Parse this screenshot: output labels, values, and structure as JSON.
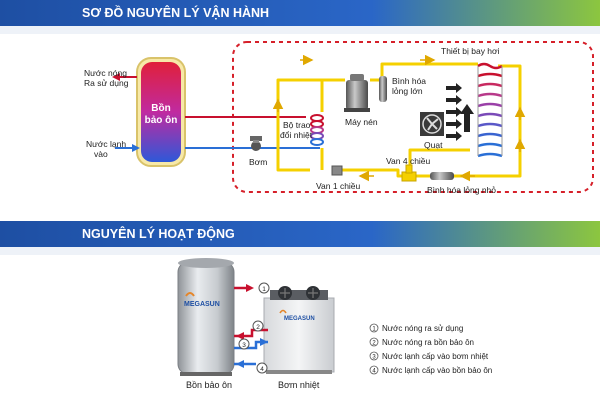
{
  "section_titles": {
    "operating_diagram": "SƠ ĐỒ NGUYÊN LÝ VẬN HÀNH",
    "operating_principle": "NGUYÊN LÝ HOẠT ĐỘNG"
  },
  "top_diagram": {
    "hot_water_out": [
      "Nước nóng",
      "Ra sử dụng"
    ],
    "cold_water_in": [
      "Nước lạnh",
      "vào"
    ],
    "storage_tank": [
      "Bồn",
      "bảo ôn"
    ],
    "pump": "Bơm",
    "heat_exchanger": [
      "Bộ trao",
      "đổi nhiệt"
    ],
    "compressor": "Máy nén",
    "liquid_receiver": [
      "Bình hóa",
      "lỏng lớn"
    ],
    "evaporator": "Thiết bị bay hơi",
    "fan": "Quạt",
    "check_valve": "Van 1 chiều",
    "four_way_valve": "Van 4 chiều",
    "small_liquid_receiver": "Bình hóa lỏng nhỏ"
  },
  "bottom_diagram": {
    "tank_label": "Bồn bảo ôn",
    "heat_pump_label": "Bơm nhiệt",
    "brand": "MEGASUN",
    "legend": [
      {
        "num": "1",
        "text": "Nước nóng ra sử dụng"
      },
      {
        "num": "2",
        "text": "Nước nóng ra bồn bảo ôn"
      },
      {
        "num": "3",
        "text": "Nước lạnh cấp vào bơm nhiệt"
      },
      {
        "num": "4",
        "text": "Nước lạnh cấp vào bồn bảo ôn"
      }
    ]
  },
  "colors": {
    "hot_pipe": "#c8102e",
    "cold_pipe": "#2a6fd6",
    "refrigerant_pipe": "#f5d000",
    "dashed_boundary": "#d6202a",
    "banner_blue": "#1e4fa3",
    "banner_green": "#8cc63f"
  },
  "icons": [
    "play-arrow-icon",
    "fan-icon",
    "pump-icon",
    "valve-icon",
    "arrow-icon",
    "number-circle-icon"
  ]
}
